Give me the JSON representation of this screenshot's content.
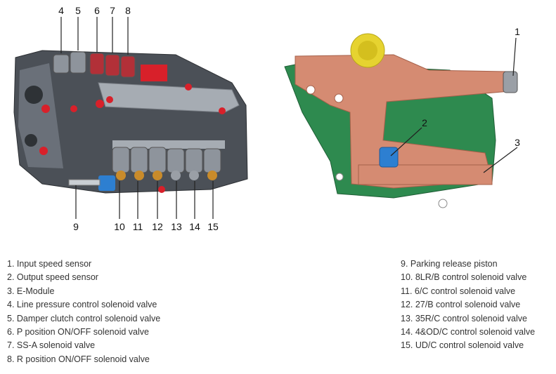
{
  "callouts": {
    "c1": "1",
    "c2": "2",
    "c3": "3",
    "c4": "4",
    "c5": "5",
    "c6": "6",
    "c7": "7",
    "c8": "8",
    "c9": "9",
    "c10": "10",
    "c11": "11",
    "c12": "12",
    "c13": "13",
    "c14": "14",
    "c15": "15"
  },
  "legend_left": [
    "1. Input speed sensor",
    "2. Output speed sensor",
    "3. E-Module",
    "4. Line pressure control solenoid valve",
    "5. Damper clutch control solenoid valve",
    "6. P position ON/OFF solenoid valve",
    "7. SS-A solenoid valve",
    "8. R position ON/OFF solenoid valve"
  ],
  "legend_right": [
    "9. Parking release piston",
    "10. 8LR/B control solenoid valve",
    "11. 6/C control solenoid valve",
    "12. 27/B control solenoid valve",
    "13. 35R/C control solenoid valve",
    "14. 4&OD/C control solenoid valve",
    "15. UD/C control solenoid valve"
  ],
  "colors": {
    "valve_body": "#4b5057",
    "valve_body_light": "#6a7079",
    "solenoid": "#8e949c",
    "red_port": "#d8202a",
    "gold_tip": "#c98b2a",
    "blue_piston": "#2d7fd1",
    "emodule_copper": "#d58b72",
    "pcb_green": "#2e8a4f",
    "connector_yellow": "#e6d330"
  }
}
